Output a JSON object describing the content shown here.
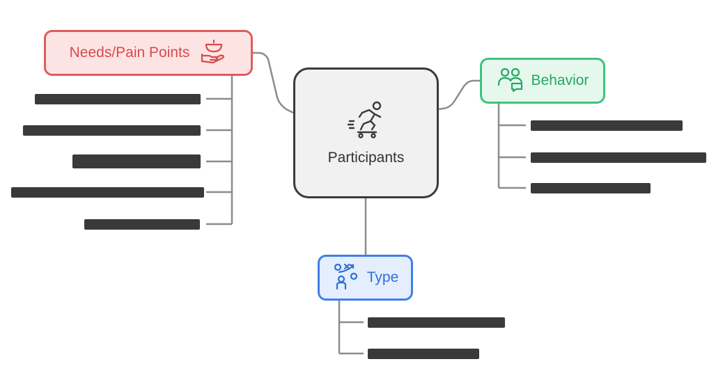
{
  "diagram": {
    "central": {
      "label": "Participants",
      "icon": "skater-icon"
    },
    "branches": [
      {
        "label": "Needs/Pain Points",
        "icon": "hand-bowl-icon",
        "color": "#e05c5c",
        "fill": "#fde4e4"
      },
      {
        "label": "Behavior",
        "icon": "users-chat-icon",
        "color": "#3cc47a",
        "fill": "#e6f8ee"
      },
      {
        "label": "Type",
        "icon": "strategy-person-icon",
        "color": "#3f7fe8",
        "fill": "#e4eefe"
      }
    ],
    "line_color": "#8c8c8c",
    "redacted_leaf_count": {
      "needs": 5,
      "behavior": 3,
      "type": 2
    }
  }
}
